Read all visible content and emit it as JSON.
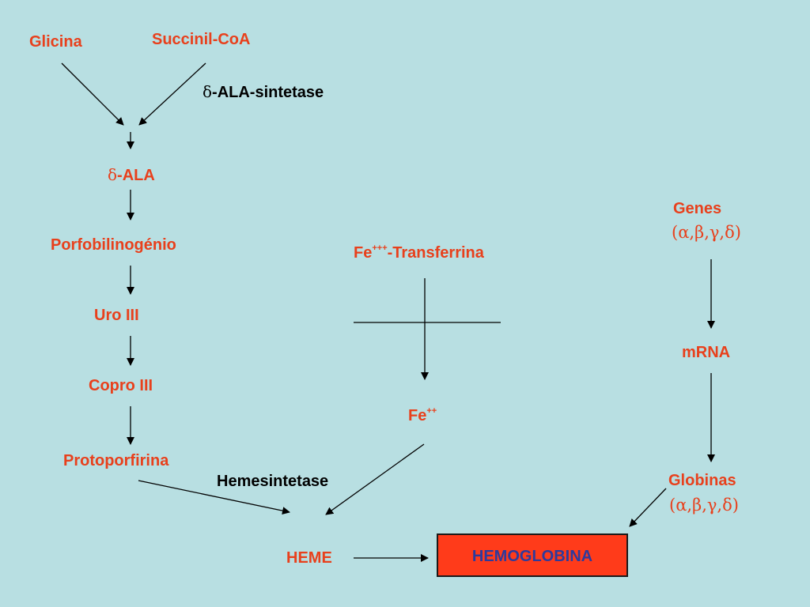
{
  "colors": {
    "background": "#b8dfe2",
    "label_red": "#e8401c",
    "enzyme_black": "#000000",
    "box_fill": "#ff3b1a",
    "box_text": "#2e3a9c"
  },
  "heme_pathway": {
    "glicina": "Glicina",
    "succinil_coa": "Succinil-CoA",
    "enzyme_ala_symbol": "δ",
    "enzyme_ala_text": "-ALA-sintetase",
    "ala_symbol": "δ",
    "ala_text": "-ALA",
    "porfobilinogenio": "Porfobilinogénio",
    "uro": "Uro III",
    "copro": "Copro III",
    "protoporfirina": "Protoporfirina",
    "enzyme_heme": "Hemesintetase",
    "heme": "HEME"
  },
  "iron": {
    "transferrina_prefix": "Fe",
    "transferrina_sup": "+++",
    "transferrina_suffix": "-Transferrina",
    "fe_prefix": "Fe",
    "fe_sup": "++"
  },
  "globin": {
    "genes": "Genes",
    "genes_types": "(α,β,γ,δ)",
    "mrna": "mRNA",
    "globinas": "Globinas",
    "globinas_types": "(α,β,γ,δ)"
  },
  "result": {
    "hemoglobina": "HEMOGLOBINA"
  }
}
